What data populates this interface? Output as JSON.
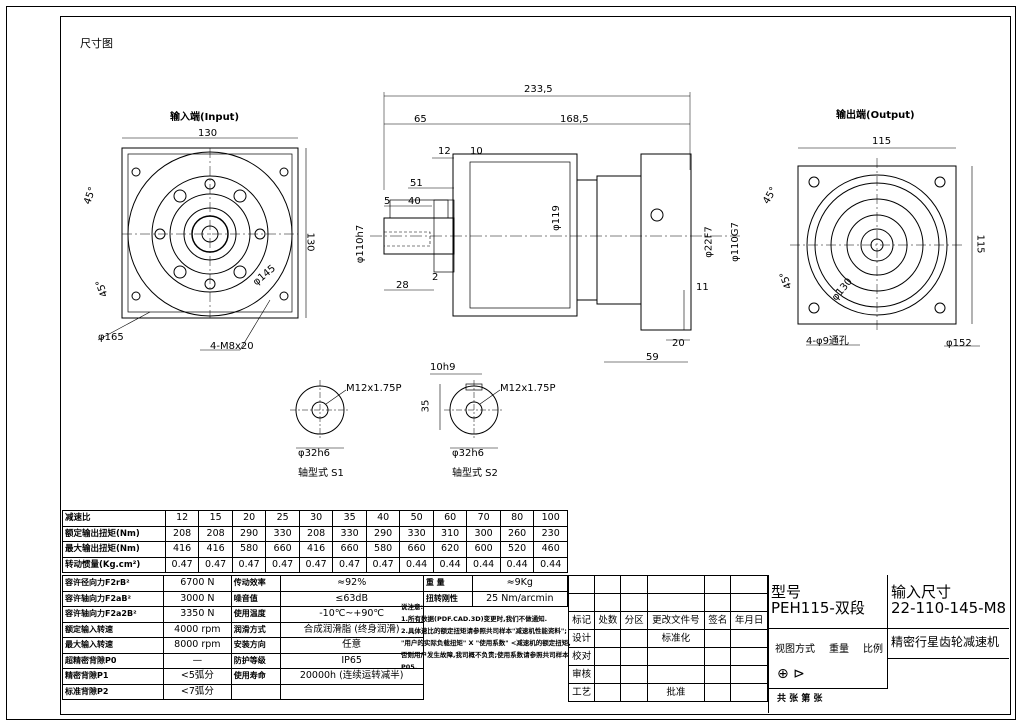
{
  "title": "尺寸图",
  "views": {
    "input_label": "输入端(Input)",
    "output_label": "输出端(Output)",
    "shaft_s1_label": "轴型式 S1",
    "shaft_s2_label": "轴型式 S2"
  },
  "dims": {
    "in_130_top": "130",
    "in_130_side": "130",
    "in_45": "45°",
    "in_45b": "45°",
    "in_145": "φ145",
    "in_165": "φ165",
    "in_m8": "4-M8x20",
    "total": "233,5",
    "d65": "65",
    "d168": "168,5",
    "d12": "12",
    "d10": "10",
    "d51": "51",
    "d5": "5",
    "d40": "40",
    "d28": "28",
    "d2": "2",
    "d110h7": "φ110h7",
    "d119": "φ119",
    "d22f7": "φ22F7",
    "d110g7": "φ110G7",
    "d11": "11",
    "d20": "20",
    "d59": "59",
    "out_115_top": "115",
    "out_115_side": "115",
    "out_45": "45°",
    "out_45b": "45°",
    "out_130": "φ130",
    "out_9": "4-φ9通孔",
    "out_152": "φ152",
    "s1_m12": "M12x1.75P",
    "s1_32": "φ32h6",
    "s2_m12": "M12x1.75P",
    "s2_10h9": "10h9",
    "s2_35": "35",
    "s2_32": "φ32h6"
  },
  "spec": {
    "ratio_label": "减速比",
    "ratios": [
      "12",
      "15",
      "20",
      "25",
      "30",
      "35",
      "40",
      "50",
      "60",
      "70",
      "80",
      "100"
    ],
    "rows": [
      {
        "label": "额定输出扭矩(Nm)",
        "values": [
          "208",
          "208",
          "290",
          "330",
          "208",
          "330",
          "290",
          "330",
          "310",
          "300",
          "260",
          "230"
        ]
      },
      {
        "label": "最大输出扭矩(Nm)",
        "values": [
          "416",
          "416",
          "580",
          "660",
          "416",
          "660",
          "580",
          "660",
          "620",
          "600",
          "520",
          "460"
        ]
      },
      {
        "label": "转动惯量(Kg.cm²)",
        "values": [
          "0.47",
          "0.47",
          "0.47",
          "0.47",
          "0.47",
          "0.47",
          "0.47",
          "0.44",
          "0.44",
          "0.44",
          "0.44",
          "0.44"
        ]
      }
    ]
  },
  "params": [
    {
      "l1": "容许径向力F2rB²",
      "v1": "6700 N",
      "l2": "传动效率",
      "v2": "≈92%"
    },
    {
      "l1": "容许轴向力F2aB²",
      "v1": "3000 N",
      "l2": "噪音值",
      "v2": "≤63dB"
    },
    {
      "l1": "容许轴向力F2a2B²",
      "v1": "3350 N",
      "l2": "使用温度",
      "v2": "-10℃~+90℃"
    },
    {
      "l1": "额定输入转速",
      "v1": "4000 rpm",
      "l2": "润滑方式",
      "v2": "合成润滑脂 (终身润滑)"
    },
    {
      "l1": "最大输入转速",
      "v1": "8000 rpm",
      "l2": "安装方向",
      "v2": "任意"
    },
    {
      "l1": "超精密背隙P0",
      "v1": "—",
      "l2": "防护等级",
      "v2": "IP65"
    },
    {
      "l1": "精密背隙P1",
      "v1": "<5弧分",
      "l2": "使用寿命",
      "v2": "20000h (连续运转减半)"
    },
    {
      "l1": "标准背隙P2",
      "v1": "<7弧分",
      "l2": "",
      "v2": ""
    }
  ],
  "weight_label": "重 量",
  "weight_value": "≈9Kg",
  "stiff_label": "扭转刚性",
  "stiff_value": "25 Nm/arcmin",
  "notes": [
    "说注意:",
    "1.所有数据(PDF.CAD.3D)变更时,我们不做通知.",
    "2.具体速比的额定扭矩请参照共司样本\"减速机性能资料\";",
    "\"用户的实际负载扭矩\" X \"使用系数\" <减速机的额定扭矩,",
    "否则用户发生故障,我司概不负责;使用系数请参照共司样本",
    "P05."
  ],
  "titleblock": {
    "marks": [
      "标记",
      "处数",
      "分区",
      "更改文件号",
      "签名",
      "年月日"
    ],
    "design": "设计",
    "std": "标准化",
    "check": "校对",
    "review": "审核",
    "craft": "工艺",
    "approve": "批准",
    "model_label": "型号",
    "model_value": "PEH115-双段",
    "input_size_label": "输入尺寸",
    "input_size_value": "22-110-145-M8",
    "view_method": "视图方式",
    "weight": "重量",
    "scale": "比例",
    "product": "精密行星齿轮减速机",
    "sheets": "共  张 第  张"
  }
}
